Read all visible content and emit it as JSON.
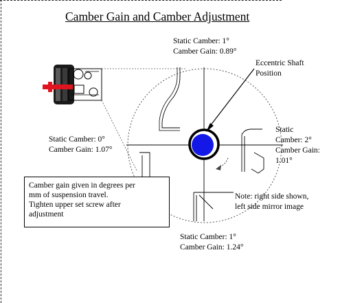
{
  "title": "Camber Gain and Camber Adjustment",
  "top": {
    "static": "Static Camber: 1°",
    "gain": "Camber Gain: 0.89°"
  },
  "eccentric": {
    "line1": "Eccentric Shaft",
    "line2": "Position"
  },
  "left": {
    "static": "Static Camber: 0°",
    "gain": "Camber Gain: 1.07°"
  },
  "right": {
    "line1": "Static",
    "line2": "Camber: 2°",
    "line3": "Camber Gain:",
    "line4": "1.01°"
  },
  "note": {
    "line1": "Camber gain given in degrees per",
    "line2": "mm of suspension travel.",
    "line3": "Tighten upper set screw after",
    "line4": "adjustment"
  },
  "mirror": {
    "line1": "Note: right side shown,",
    "line2": "left side mirror image"
  },
  "bottom": {
    "static": "Static Camber: 1°",
    "gain": "Camber Gain: 1.24°"
  },
  "colors": {
    "shaft": "#1418e6",
    "bolt": "#e0141e",
    "line": "#000000",
    "guide": "#555555"
  }
}
